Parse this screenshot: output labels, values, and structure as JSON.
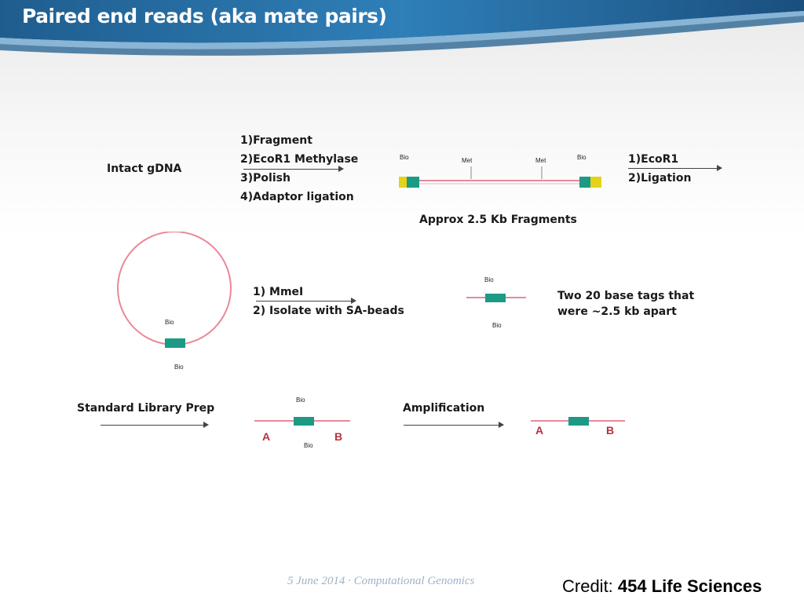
{
  "slide": {
    "title": "Paired end reads (aka mate pairs)"
  },
  "diagram": {
    "intact_label": "Intact gDNA",
    "step1": [
      "1)Fragment",
      "2)EcoR1 Methylase",
      "3)Polish",
      "4)Adaptor ligation"
    ],
    "fragment_label": "Approx 2.5 Kb Fragments",
    "step2": [
      "1)EcoR1",
      "2)Ligation"
    ],
    "step3": [
      "1) MmeI",
      "2) Isolate with SA-beads"
    ],
    "tags_label": [
      "Two 20 base tags that",
      "were ~2.5 kb apart"
    ],
    "std_prep_label": "Standard Library Prep",
    "amplification_label": "Amplification",
    "bio_tag": "Bio",
    "met_tag": "Met",
    "adaptor_a": "A",
    "adaptor_b": "B",
    "colors": {
      "dna_line": "#e8889a",
      "adaptor_teal": "#1c9a86",
      "adaptor_yellow": "#e5d21a",
      "adaptor_label": "#b8323f"
    }
  },
  "footer": {
    "date_course": "5 June 2014 · Computational Genomics",
    "credit_prefix": "Credit:",
    "credit_source": "454 Life Sciences"
  }
}
